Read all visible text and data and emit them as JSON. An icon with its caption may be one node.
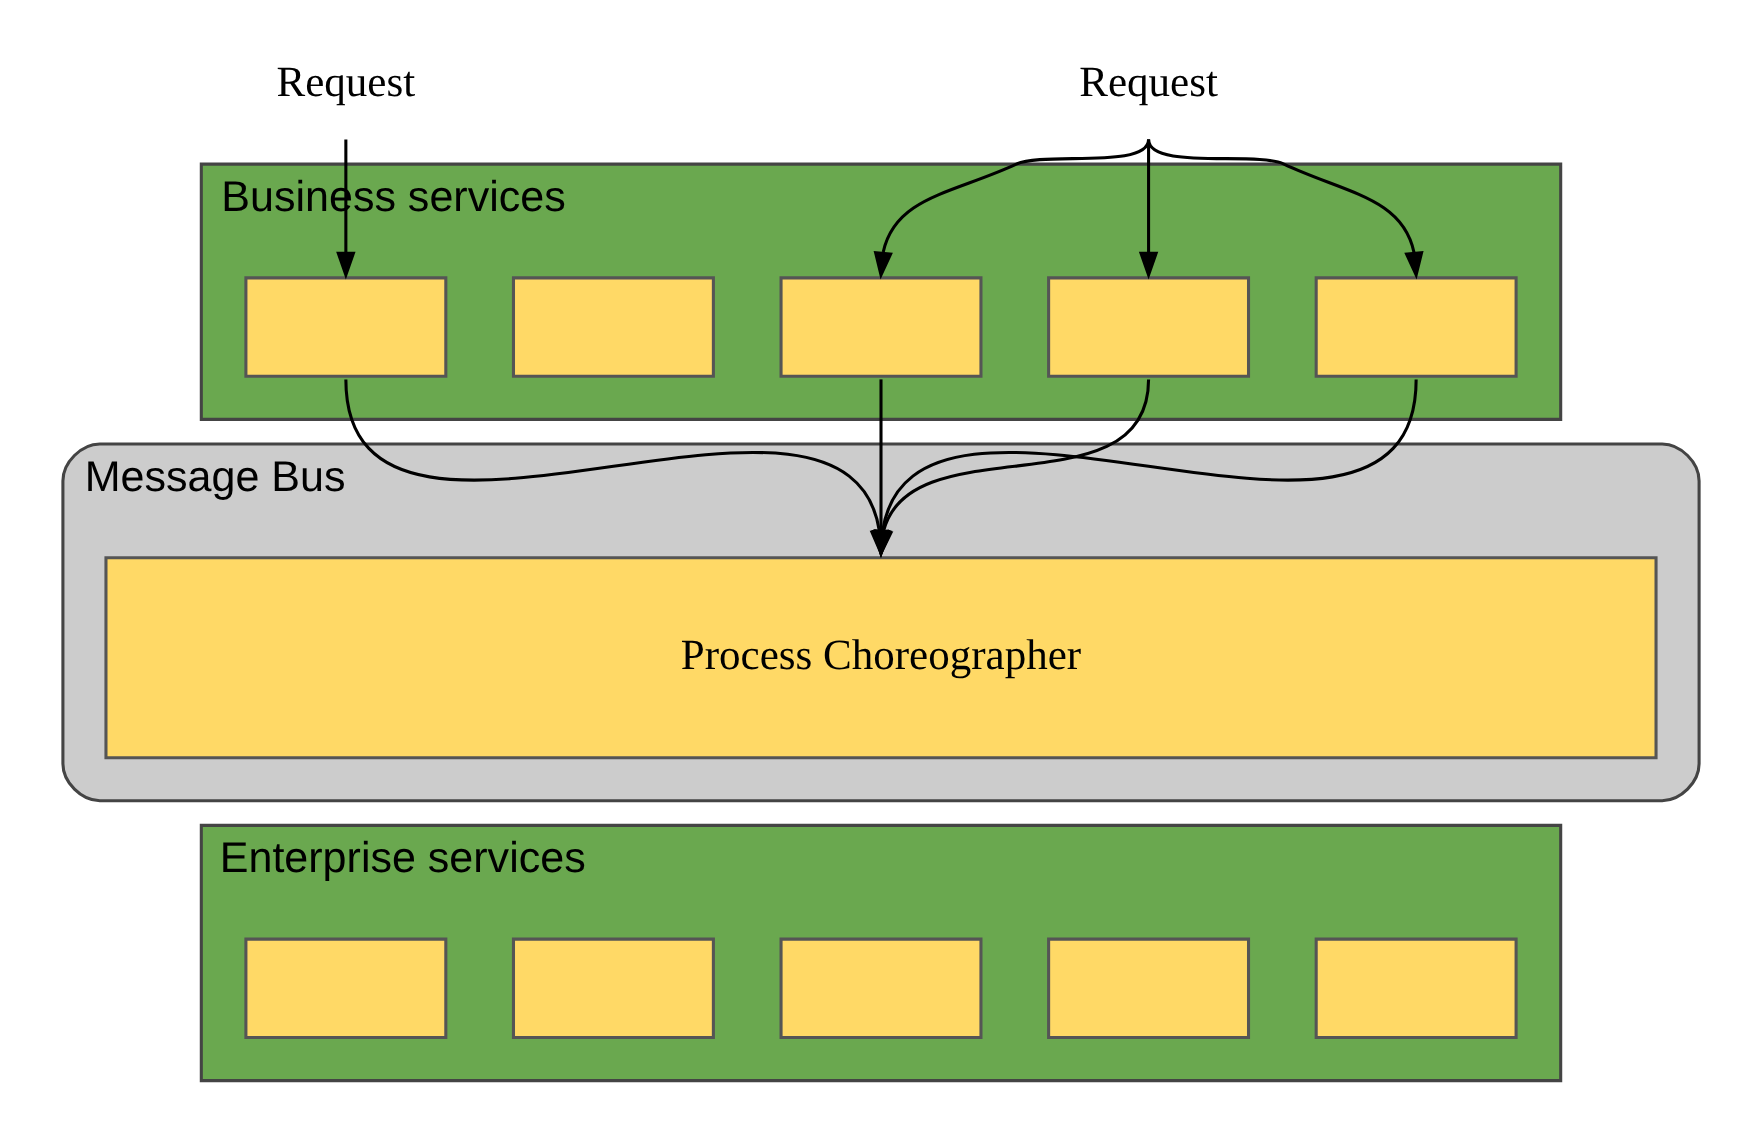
{
  "diagram": {
    "nodes": [
      {
        "text": [
          "Request"
        ]
      },
      {
        "text": [
          "Request"
        ]
      },
      {
        "text": [
          "Business services"
        ]
      },
      {
        "text": [],
        "shape": "box",
        "in": 2
      },
      {
        "text": [],
        "shape": "box",
        "in": 2
      },
      {
        "text": [],
        "shape": "box",
        "in": 2
      },
      {
        "text": [],
        "shape": "box",
        "in": 2
      },
      {
        "text": [],
        "shape": "box",
        "in": 2
      },
      {
        "text": [
          "Message Bus"
        ]
      },
      {
        "text": [
          "Process Choreographer"
        ],
        "in": 8
      },
      {
        "text": [
          "Enterprise services"
        ]
      },
      {
        "text": [],
        "shape": "box",
        "in": 10
      },
      {
        "text": [],
        "shape": "box",
        "in": 10
      },
      {
        "text": [],
        "shape": "box",
        "in": 10
      },
      {
        "text": [],
        "shape": "box",
        "in": 10
      },
      {
        "text": [],
        "shape": "box",
        "in": 10
      }
    ],
    "edges": [
      {
        "from": 0,
        "to": 3,
        "arrow": "to"
      },
      {
        "from": 1,
        "to": 5,
        "arrow": "to"
      },
      {
        "from": 1,
        "to": 6,
        "arrow": "to"
      },
      {
        "from": 1,
        "to": 7,
        "arrow": "to"
      },
      {
        "from": 3,
        "to": 9,
        "arrow": "to"
      },
      {
        "from": 5,
        "to": 9,
        "arrow": "to"
      },
      {
        "from": 6,
        "to": 9,
        "arrow": "to"
      },
      {
        "from": 7,
        "to": 9,
        "arrow": "to"
      }
    ]
  }
}
